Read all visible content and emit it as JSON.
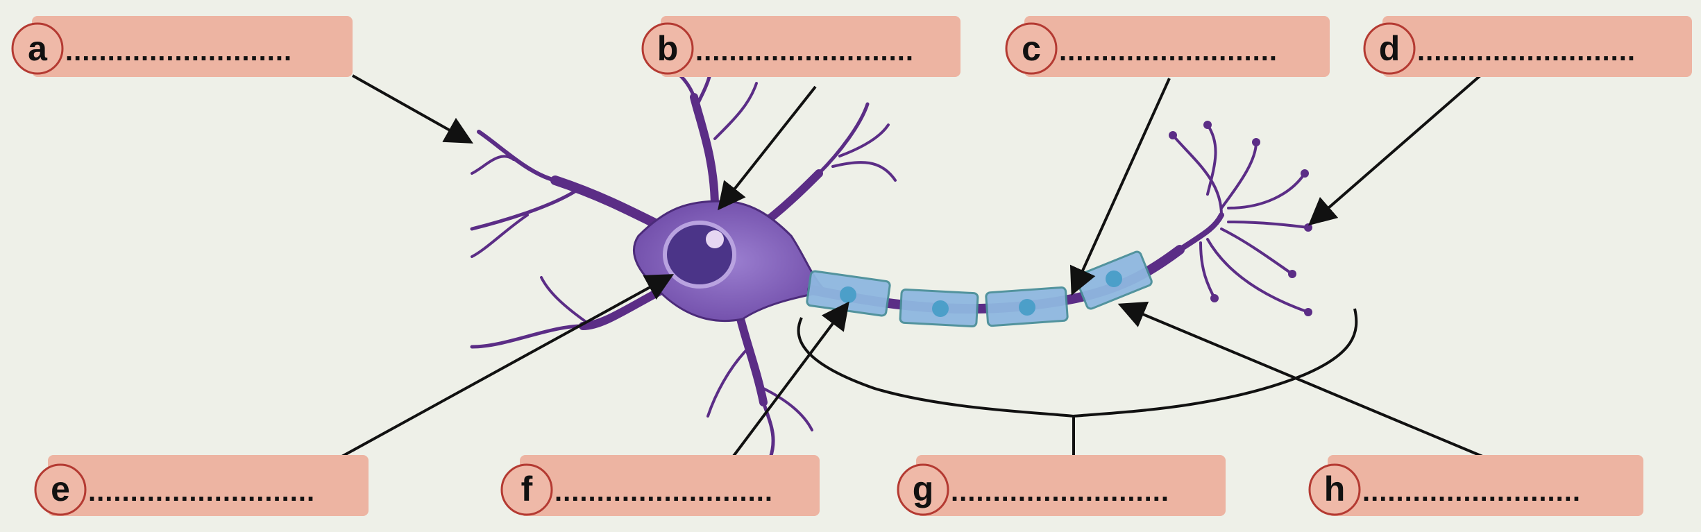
{
  "diagram": {
    "subject": "neuron",
    "labels": [
      {
        "letter": "a",
        "blank": "..........................."
      },
      {
        "letter": "b",
        "blank": ".........................."
      },
      {
        "letter": "c",
        "blank": ".........................."
      },
      {
        "letter": "d",
        "blank": ".........................."
      },
      {
        "letter": "e",
        "blank": "..........................."
      },
      {
        "letter": "f",
        "blank": ".........................."
      },
      {
        "letter": "g",
        "blank": ".........................."
      },
      {
        "letter": "h",
        "blank": ".........................."
      }
    ]
  },
  "colors": {
    "label_fill": "#edb4a2",
    "label_ring": "#b43a32",
    "cell_body": "#7d5bb0",
    "nucleus": "#4b3488",
    "myelin": "#8fb8e0",
    "background": "#eef0e8"
  }
}
